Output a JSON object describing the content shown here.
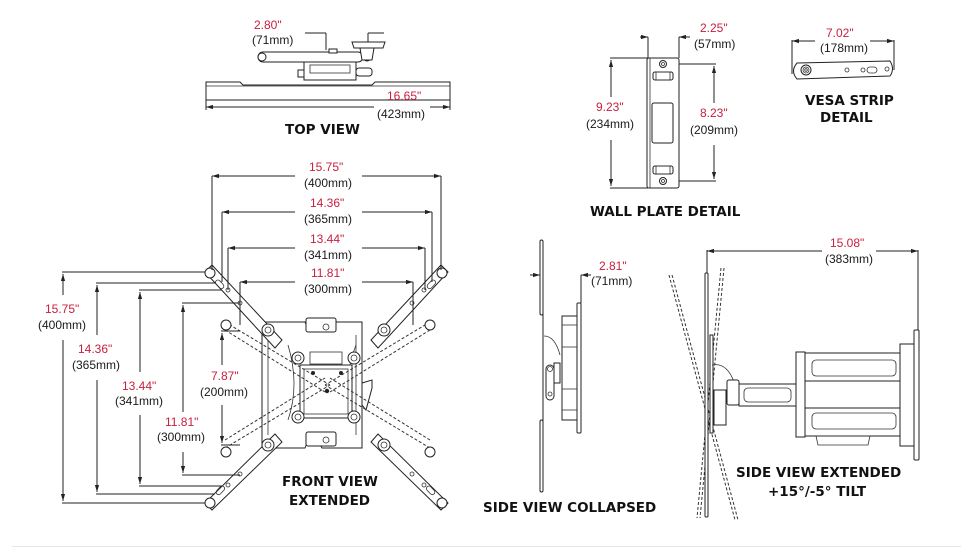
{
  "diagram": {
    "title": "TV Wall Mount Dimensions",
    "accent_color": "#c8203f",
    "views": {
      "top_view": {
        "label": "TOP VIEW",
        "dims": [
          {
            "in": "2.80\"",
            "mm": "(71mm)"
          },
          {
            "in": "16.65\"",
            "mm": "(423mm)"
          }
        ]
      },
      "wall_plate": {
        "label": "WALL PLATE  DETAIL",
        "dims": [
          {
            "in": "2.25\"",
            "mm": "(57mm)"
          },
          {
            "in": "9.23\"",
            "mm": "(234mm)"
          },
          {
            "in": "8.23\"",
            "mm": "(209mm)"
          }
        ]
      },
      "vesa_strip": {
        "label_line1": "VESA STRIP",
        "label_line2": "DETAIL",
        "dims": [
          {
            "in": "7.02\"",
            "mm": "(178mm)"
          }
        ]
      },
      "front_view": {
        "label_line1": "FRONT VIEW",
        "label_line2": "EXTENDED",
        "horizontal_dims": [
          {
            "in": "15.75\"",
            "mm": "(400mm)"
          },
          {
            "in": "14.36\"",
            "mm": "(365mm)"
          },
          {
            "in": "13.44\"",
            "mm": "(341mm)"
          },
          {
            "in": "11.81\"",
            "mm": "(300mm)"
          }
        ],
        "vertical_dims": [
          {
            "in": "15.75\"",
            "mm": "(400mm)"
          },
          {
            "in": "14.36\"",
            "mm": "(365mm)"
          },
          {
            "in": "13.44\"",
            "mm": "(341mm)"
          },
          {
            "in": "11.81\"",
            "mm": "(300mm)"
          },
          {
            "in": "7.87\"",
            "mm": "(200mm)"
          }
        ]
      },
      "side_collapsed": {
        "label": "SIDE VIEW COLLAPSED",
        "dims": [
          {
            "in": "2.81\"",
            "mm": "(71mm)"
          }
        ]
      },
      "side_extended": {
        "label_line1": "SIDE VIEW EXTENDED",
        "label_line2": "+15°/-5° TILT",
        "dims": [
          {
            "in": "15.08\"",
            "mm": "(383mm)"
          }
        ]
      }
    }
  }
}
